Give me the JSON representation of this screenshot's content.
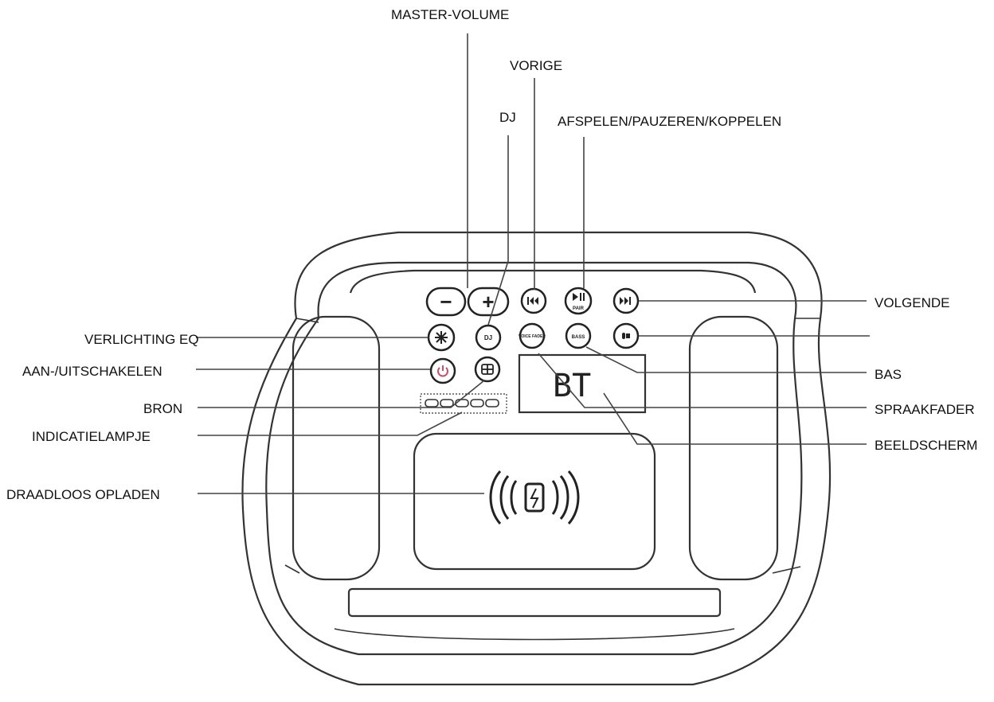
{
  "labels": {
    "master_volume": "MASTER-VOLUME",
    "previous": "VORIGE",
    "dj": "DJ",
    "play_pause_pair": "AFSPELEN/PAUZEREN/KOPPELEN",
    "next": "VOLGENDE",
    "lighting_eq": "VERLICHTING EQ",
    "power": "AAN-/UITSCHAKELEN",
    "bass": "BAS",
    "source": "BRON",
    "voice_fader": "SPRAAKFADER",
    "indicator_light": "INDICATIELAMPJE",
    "display": "BEELDSCHERM",
    "wireless_charging": "DRAADLOOS OPLADEN"
  },
  "device": {
    "display_text": "BT",
    "buttons": {
      "volume_down": "−",
      "volume_up": "+",
      "play_pair": "PAIR",
      "dj": "DJ",
      "voice_fader": "VOICE FADER",
      "bass": "BASS"
    }
  },
  "icons": {
    "previous": "skip-previous-icon",
    "play_pause": "play-pause-icon",
    "next": "skip-next-icon",
    "light": "starburst-icon",
    "power": "power-icon",
    "source": "source-icon",
    "mic": "microphone-icon",
    "wireless": "wireless-charging-icon"
  },
  "colors": {
    "power_accent": "#c8506a"
  }
}
